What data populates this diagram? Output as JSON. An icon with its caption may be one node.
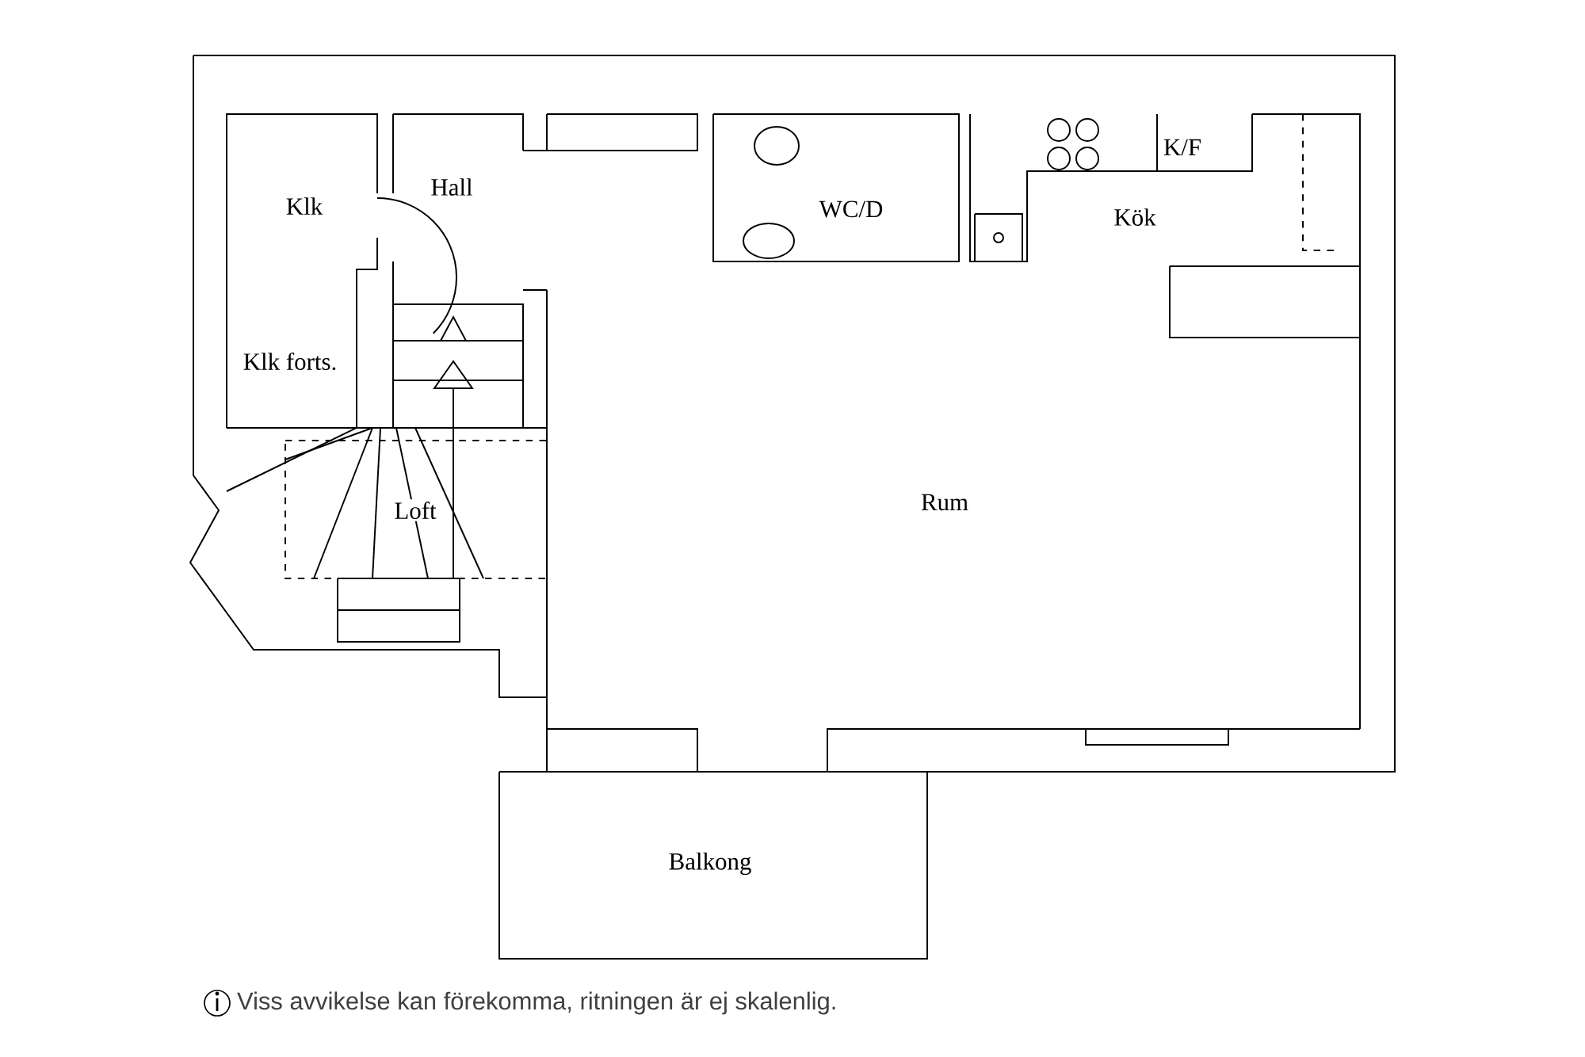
{
  "diagram": {
    "caption": "Viss avvikelse kan förekomma, ritningen är ej skalenlig.",
    "labels": [
      "Klk",
      "Hall",
      "WC/D",
      "K/F",
      "Kök",
      "Klk forts.",
      "Loft",
      "Rum",
      "Balkong"
    ]
  }
}
